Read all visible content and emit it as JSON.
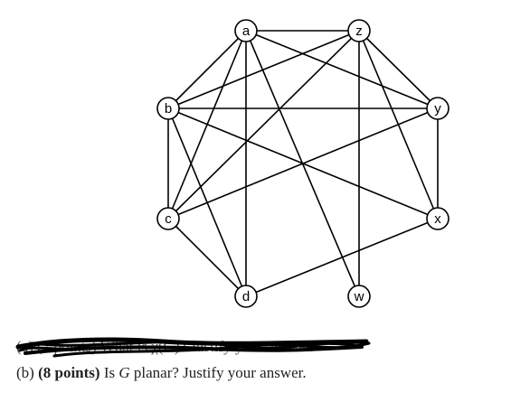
{
  "graph": {
    "nodes": [
      {
        "id": "a",
        "label": "a"
      },
      {
        "id": "z",
        "label": "z"
      },
      {
        "id": "b",
        "label": "b"
      },
      {
        "id": "y",
        "label": "y"
      },
      {
        "id": "c",
        "label": "c"
      },
      {
        "id": "x",
        "label": "x"
      },
      {
        "id": "d",
        "label": "d"
      },
      {
        "id": "w",
        "label": "w"
      }
    ],
    "edges": [
      [
        "a",
        "z"
      ],
      [
        "a",
        "b"
      ],
      [
        "a",
        "c"
      ],
      [
        "a",
        "d"
      ],
      [
        "a",
        "w"
      ],
      [
        "a",
        "y"
      ],
      [
        "z",
        "b"
      ],
      [
        "z",
        "c"
      ],
      [
        "z",
        "y"
      ],
      [
        "z",
        "w"
      ],
      [
        "z",
        "x"
      ],
      [
        "b",
        "y"
      ],
      [
        "b",
        "c"
      ],
      [
        "b",
        "x"
      ],
      [
        "b",
        "d"
      ],
      [
        "y",
        "c"
      ],
      [
        "y",
        "x"
      ],
      [
        "c",
        "d"
      ],
      [
        "x",
        "d"
      ]
    ],
    "colors": {
      "stroke": "#000000",
      "fill": "#ffffff"
    }
  },
  "questions": {
    "a": {
      "text": "(a) (7 points) What is χ(G)? Justify your answer."
    },
    "b": {
      "label": "(b)",
      "points": "(8 points)",
      "pre": "Is",
      "var": "G",
      "post": "planar? Justify your answer."
    }
  }
}
